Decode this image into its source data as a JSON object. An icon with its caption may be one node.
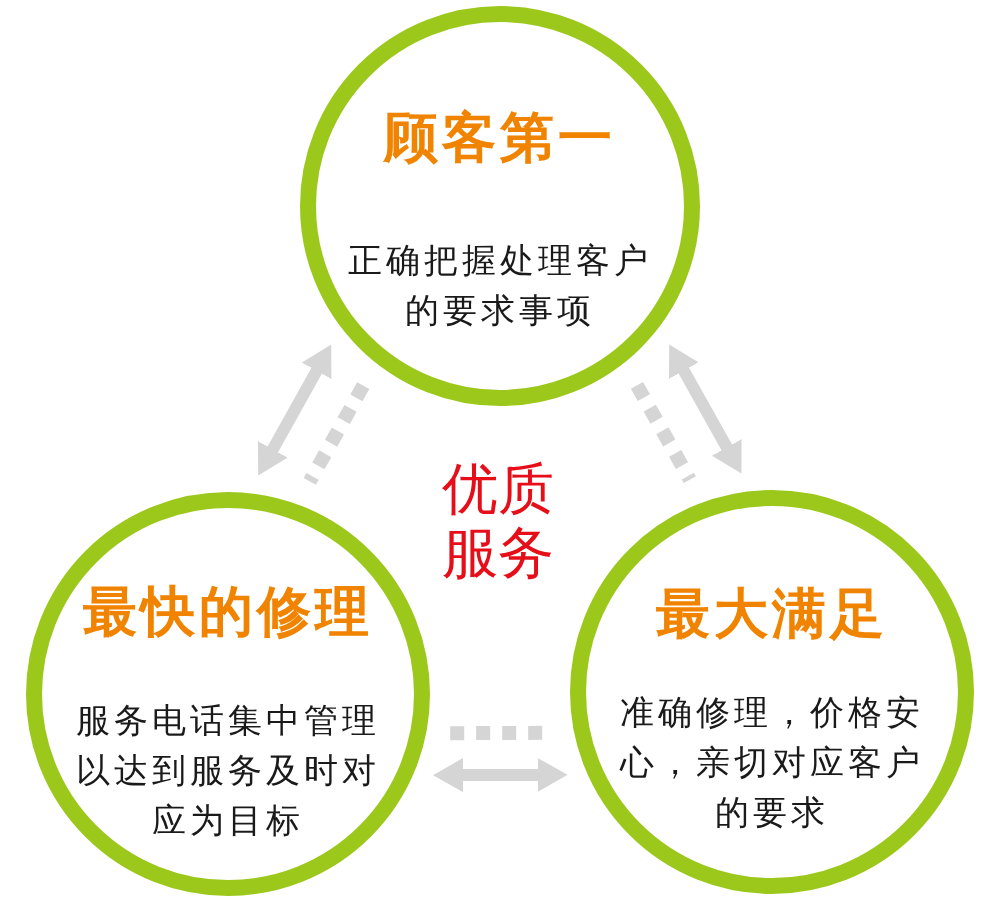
{
  "diagram": {
    "nodes": [
      {
        "text": [
          "顾客第一",
          "正确把握处理客户的要求事项"
        ]
      },
      {
        "text": [
          "最快的修理",
          "服务电话集中管理以达到服务及时对应为目标"
        ]
      },
      {
        "text": [
          "最大满足",
          "准确修理，价格安心，亲切对应客户的要求"
        ]
      }
    ],
    "edges": [
      {
        "from": 0,
        "to": 1,
        "arrow": "both"
      },
      {
        "from": 0,
        "to": 1,
        "arrow": "none",
        "style": "dashed"
      },
      {
        "from": 0,
        "to": 2,
        "arrow": "both"
      },
      {
        "from": 0,
        "to": 2,
        "arrow": "none",
        "style": "dashed"
      },
      {
        "from": 1,
        "to": 2,
        "arrow": "none",
        "style": "dashed"
      },
      {
        "from": 1,
        "to": 2,
        "arrow": "both"
      }
    ],
    "labels": [
      "优质服务"
    ]
  }
}
